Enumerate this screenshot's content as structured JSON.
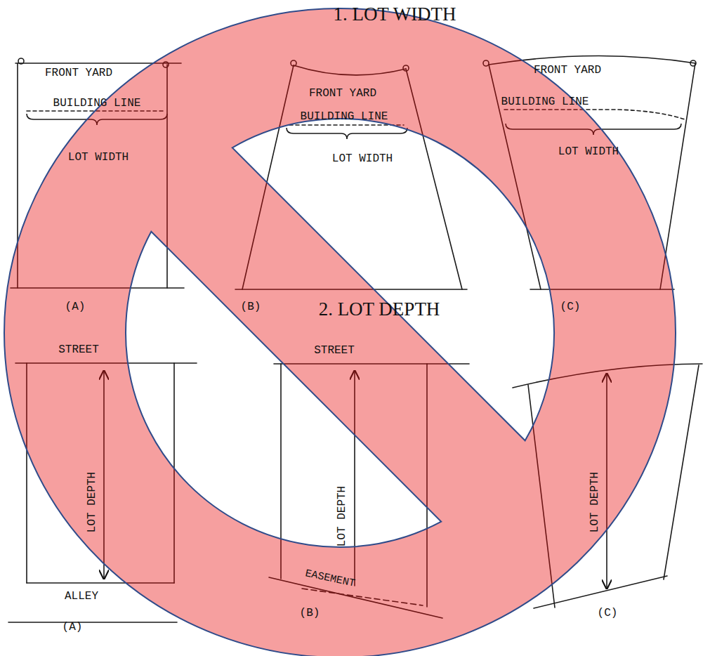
{
  "diagram": {
    "labels": [
      "1. LOT WIDTH",
      "FRONT YARD",
      "BUILDING LINE",
      "LOT WIDTH",
      "FRONT YARD",
      "BUILDING LINE",
      "LOT WIDTH",
      "FRONT YARD",
      "BUILDING LINE",
      "LOT WIDTH",
      "(A)",
      "(B)",
      "2. LOT DEPTH",
      "(C)",
      "STREET",
      "STREET",
      "LOT DEPTH",
      "LOT DEPTH",
      "LOT DEPTH",
      "ALLEY",
      "EASEMENT",
      "(A)",
      "(B)",
      "(C)"
    ]
  }
}
